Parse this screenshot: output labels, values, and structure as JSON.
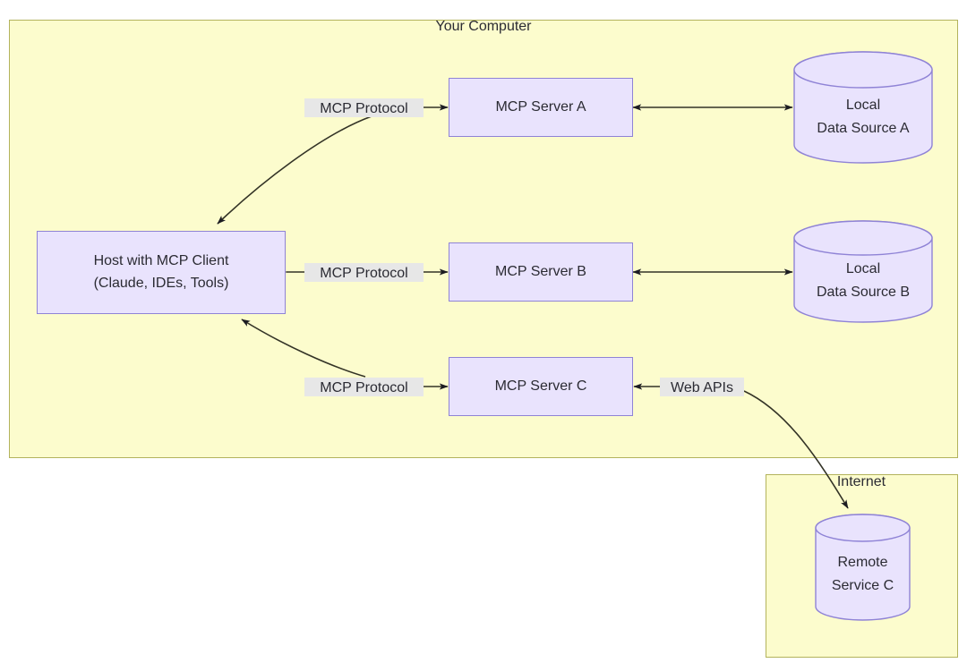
{
  "diagram": {
    "groups": [
      {
        "id": "your-computer",
        "title": "Your Computer"
      },
      {
        "id": "internet",
        "title": "Internet"
      }
    ],
    "nodes": [
      {
        "id": "host",
        "label_line1": "Host with MCP Client",
        "label_line2": "(Claude, IDEs, Tools)",
        "shape": "rect"
      },
      {
        "id": "server-a",
        "label": "MCP Server A",
        "shape": "rect"
      },
      {
        "id": "server-b",
        "label": "MCP Server B",
        "shape": "rect"
      },
      {
        "id": "server-c",
        "label": "MCP Server C",
        "shape": "rect"
      },
      {
        "id": "data-source-a",
        "label_line1": "Local",
        "label_line2": "Data Source A",
        "shape": "cylinder"
      },
      {
        "id": "data-source-b",
        "label_line1": "Local",
        "label_line2": "Data Source B",
        "shape": "cylinder"
      },
      {
        "id": "remote-service-c",
        "label_line1": "Remote",
        "label_line2": "Service C",
        "shape": "cylinder"
      }
    ],
    "edge_labels": {
      "mcp_protocol_a": "MCP Protocol",
      "mcp_protocol_b": "MCP Protocol",
      "mcp_protocol_c": "MCP Protocol",
      "web_apis": "Web APIs"
    },
    "colors": {
      "group_fill": "#fcfccd",
      "group_stroke": "#b3b35c",
      "node_fill": "#e9e3fd",
      "node_stroke": "#8f83d6",
      "edge_stroke": "#333326",
      "edge_label_bg": "#e7e7e7",
      "text": "#2b2b33",
      "page_bg": "#ffffff"
    }
  }
}
